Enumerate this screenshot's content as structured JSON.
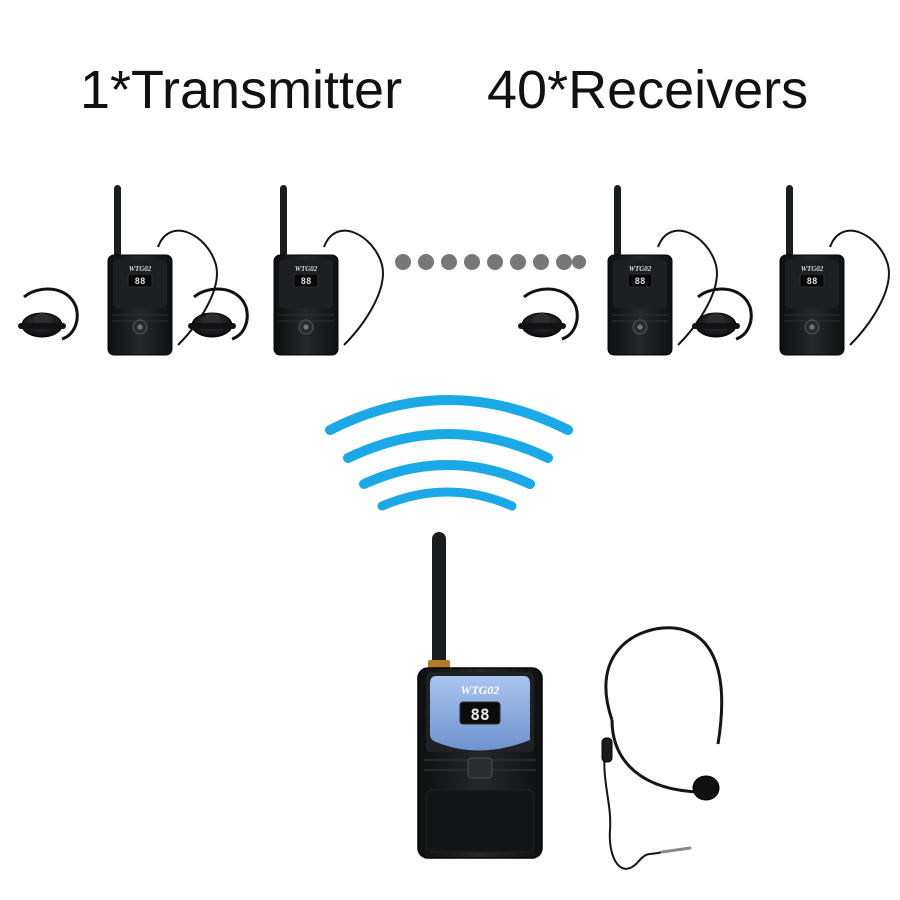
{
  "headline": {
    "left": "1*Transmitter",
    "right": "40*Receivers"
  },
  "device": {
    "brand": "WTG02",
    "display": "88"
  },
  "colors": {
    "wave": "#1aa9e6",
    "body": "#17191b",
    "panel": "#8fb4e6",
    "dots": "#777777",
    "lcd_digits": "#e9e9e9"
  },
  "icons": [
    "receiver-device",
    "earhook-earphone",
    "transmitter-device",
    "headset-microphone",
    "signal-waves"
  ]
}
